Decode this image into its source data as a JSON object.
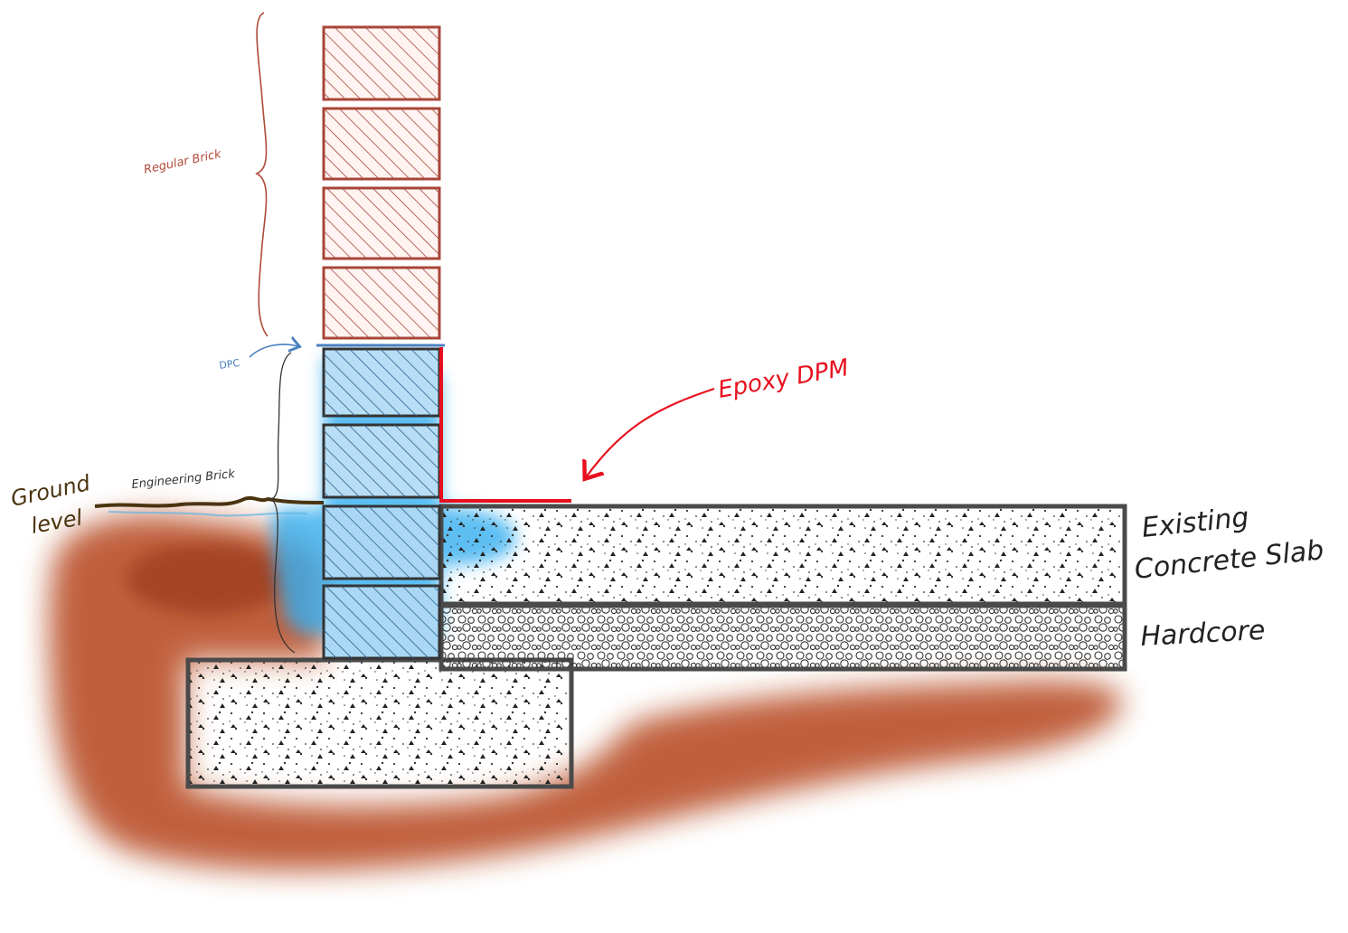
{
  "labels": {
    "regular_brick": "Regular Brick",
    "dpc": "DPC",
    "engineering_brick": "Engineering Brick",
    "ground_level_line1": "Ground",
    "ground_level_line2": "level",
    "epoxy_dpm": "Epoxy DPM",
    "slab_line1": "Existing",
    "slab_line2": "Concrete Slab",
    "hardcore": "Hardcore"
  },
  "colors": {
    "brick_red": "#a8463a",
    "engineering_brick_blue": "#3a8fd6",
    "moisture_blue": "#35aef0",
    "soil_damp": "#b5441c",
    "outline": "#4a4a4a",
    "epoxy_red": "#e8101e",
    "dpc_blue": "#4a7fc0",
    "ground_brown": "#4a3410",
    "label_dark": "#222222"
  }
}
